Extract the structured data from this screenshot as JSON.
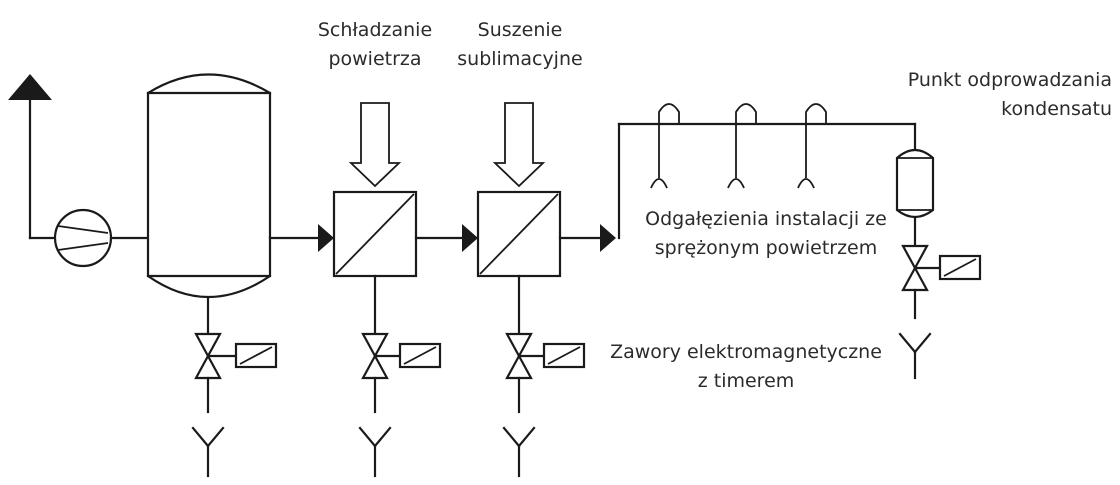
{
  "labels": {
    "cooling_line1": "Schładzanie",
    "cooling_line2": "powietrza",
    "drying_line1": "Suszenie",
    "drying_line2": "sublimacyjne",
    "drain_point_line1": "Punkt odprowadzania",
    "drain_point_line2": "kondensatu",
    "branches_line1": "Odgałęzienia instalacji ze",
    "branches_line2": "sprężonym powietrzem",
    "valves_line1": "Zawory elektromagnetyczne",
    "valves_line2": "z timerem"
  },
  "colors": {
    "line": "#1a1a1a",
    "text": "#2b2b2b",
    "background": "#ffffff"
  }
}
